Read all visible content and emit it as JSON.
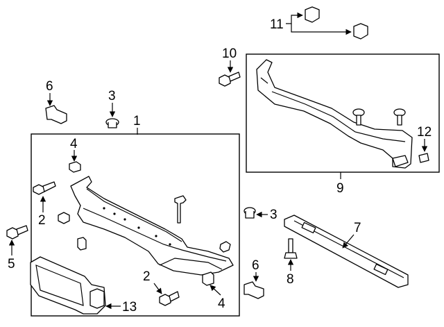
{
  "diagram": {
    "callouts": {
      "c1": "1",
      "c2a": "2",
      "c2b": "2",
      "c3a": "3",
      "c3b": "3",
      "c4a": "4",
      "c4b": "4",
      "c5": "5",
      "c6a": "6",
      "c6b": "6",
      "c7": "7",
      "c8": "8",
      "c9": "9",
      "c10": "10",
      "c11": "11",
      "c12": "12",
      "c13": "13"
    }
  }
}
